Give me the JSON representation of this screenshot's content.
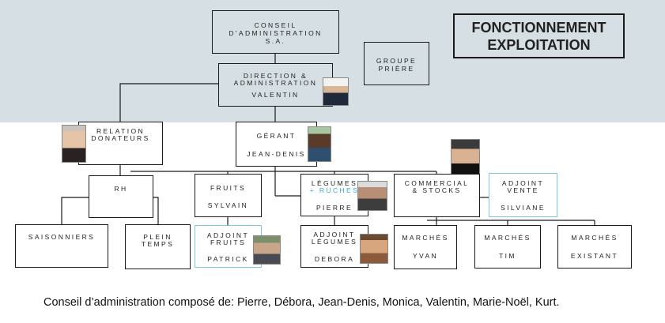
{
  "title": {
    "line1": "FONCTIONNEMENT",
    "line2": "EXPLOITATION"
  },
  "nodes": {
    "conseil": {
      "line1": "CONSEIL",
      "line2": "D'ADMINISTRATION",
      "line3": "S.A."
    },
    "groupe_priere": {
      "line1": "GROUPE",
      "line2": "PRIÈRE"
    },
    "direction": {
      "line1": "DIRECTION &",
      "line2": "ADMINISTRATION",
      "line3": "VALENTIN"
    },
    "relation": {
      "line1": "RELATION",
      "line2": "DONATEURS"
    },
    "gerant": {
      "line1": "GÉRANT",
      "line2": "JEAN-DENIS"
    },
    "commercial": {
      "line1": "COMMERCIAL",
      "line2": "& STOCKS"
    },
    "adjoint_vente": {
      "line1": "ADJOINT",
      "line2": "VENTE",
      "line3": "SILVIANE"
    },
    "rh": {
      "line1": "RH"
    },
    "fruits": {
      "line1": "FRUITS",
      "line2": "SYLVAIN"
    },
    "legumes": {
      "line1": "LÉGUMES",
      "line2": "+ RUCHES",
      "line3": "PIERRE"
    },
    "saisonniers": {
      "line1": "SAISONNIERS"
    },
    "plein_temps": {
      "line1": "PLEIN",
      "line2": "TEMPS"
    },
    "adjoint_fruits": {
      "line1": "ADJOINT",
      "line2": "FRUITS",
      "line3": "PATRICK"
    },
    "adjoint_legumes": {
      "line1": "ADJOINT",
      "line2": "LÉGUMES",
      "line3": "DEBORA"
    },
    "marches_yvan": {
      "line1": "MARCHÉS",
      "line2": "YVAN"
    },
    "marches_tim": {
      "line1": "MARCHÉS",
      "line2": "TIM"
    },
    "marches_existant": {
      "line1": "MARCHÉS",
      "line2": "EXISTANT"
    }
  },
  "photos": [
    "valentin-photo",
    "relation-donateurs-photo",
    "jean-denis-photo",
    "commercial-photo",
    "pierre-photo",
    "patrick-photo",
    "debora-photo"
  ],
  "footer": "Conseil d’administration composé de: Pierre, Débora, Jean-Denis, Monica, Valentin, Marie-Noël, Kurt.",
  "colors": {
    "band": "#d6dfe4",
    "accent_text": "#3aa6d8",
    "cyan_border": "#7ec8e3"
  }
}
